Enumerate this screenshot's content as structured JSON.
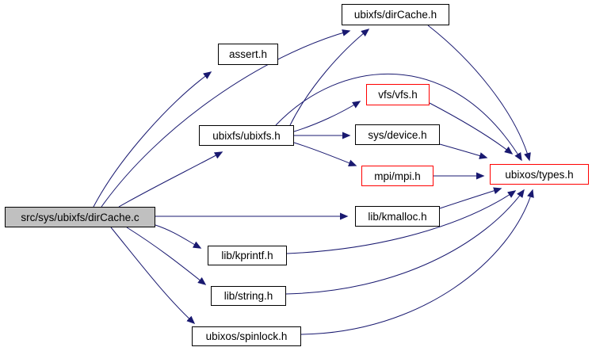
{
  "diagram": {
    "kind": "include-dependency-graph",
    "colors": {
      "background": "#ffffff",
      "edge": "#191970",
      "node_border": "#000000",
      "truncated_node_border": "#ff0000",
      "node_fill": "#ffffff",
      "source_node_fill": "#c0c0c0",
      "text": "#000000"
    },
    "nodes": [
      {
        "id": "dircache_c",
        "label": "src/sys/ubixfs/dirCache.c",
        "type": "source"
      },
      {
        "id": "assert_h",
        "label": "assert.h",
        "type": "header"
      },
      {
        "id": "ubixfs_dircache_h",
        "label": "ubixfs/dirCache.h",
        "type": "header"
      },
      {
        "id": "vfs_vfs_h",
        "label": "vfs/vfs.h",
        "type": "header-truncated"
      },
      {
        "id": "ubixfs_ubixfs_h",
        "label": "ubixfs/ubixfs.h",
        "type": "header"
      },
      {
        "id": "sys_device_h",
        "label": "sys/device.h",
        "type": "header"
      },
      {
        "id": "mpi_mpi_h",
        "label": "mpi/mpi.h",
        "type": "header-truncated"
      },
      {
        "id": "ubixos_types_h",
        "label": "ubixos/types.h",
        "type": "header-truncated"
      },
      {
        "id": "lib_kmalloc_h",
        "label": "lib/kmalloc.h",
        "type": "header"
      },
      {
        "id": "lib_kprintf_h",
        "label": "lib/kprintf.h",
        "type": "header"
      },
      {
        "id": "lib_string_h",
        "label": "lib/string.h",
        "type": "header"
      },
      {
        "id": "ubixos_spinlock_h",
        "label": "ubixos/spinlock.h",
        "type": "header"
      }
    ],
    "edges": [
      {
        "from": "dircache_c",
        "to": "assert_h"
      },
      {
        "from": "dircache_c",
        "to": "ubixfs_dircache_h"
      },
      {
        "from": "dircache_c",
        "to": "ubixfs_ubixfs_h"
      },
      {
        "from": "dircache_c",
        "to": "lib_kmalloc_h"
      },
      {
        "from": "dircache_c",
        "to": "lib_kprintf_h"
      },
      {
        "from": "dircache_c",
        "to": "lib_string_h"
      },
      {
        "from": "dircache_c",
        "to": "ubixos_spinlock_h"
      },
      {
        "from": "ubixfs_ubixfs_h",
        "to": "ubixfs_dircache_h"
      },
      {
        "from": "ubixfs_ubixfs_h",
        "to": "vfs_vfs_h"
      },
      {
        "from": "ubixfs_ubixfs_h",
        "to": "sys_device_h"
      },
      {
        "from": "ubixfs_ubixfs_h",
        "to": "mpi_mpi_h"
      },
      {
        "from": "ubixfs_ubixfs_h",
        "to": "ubixos_types_h"
      },
      {
        "from": "ubixfs_dircache_h",
        "to": "ubixos_types_h"
      },
      {
        "from": "vfs_vfs_h",
        "to": "ubixos_types_h"
      },
      {
        "from": "sys_device_h",
        "to": "ubixos_types_h"
      },
      {
        "from": "mpi_mpi_h",
        "to": "ubixos_types_h"
      },
      {
        "from": "lib_kmalloc_h",
        "to": "ubixos_types_h"
      },
      {
        "from": "lib_kprintf_h",
        "to": "ubixos_types_h"
      },
      {
        "from": "lib_string_h",
        "to": "ubixos_types_h"
      },
      {
        "from": "ubixos_spinlock_h",
        "to": "ubixos_types_h"
      }
    ]
  }
}
